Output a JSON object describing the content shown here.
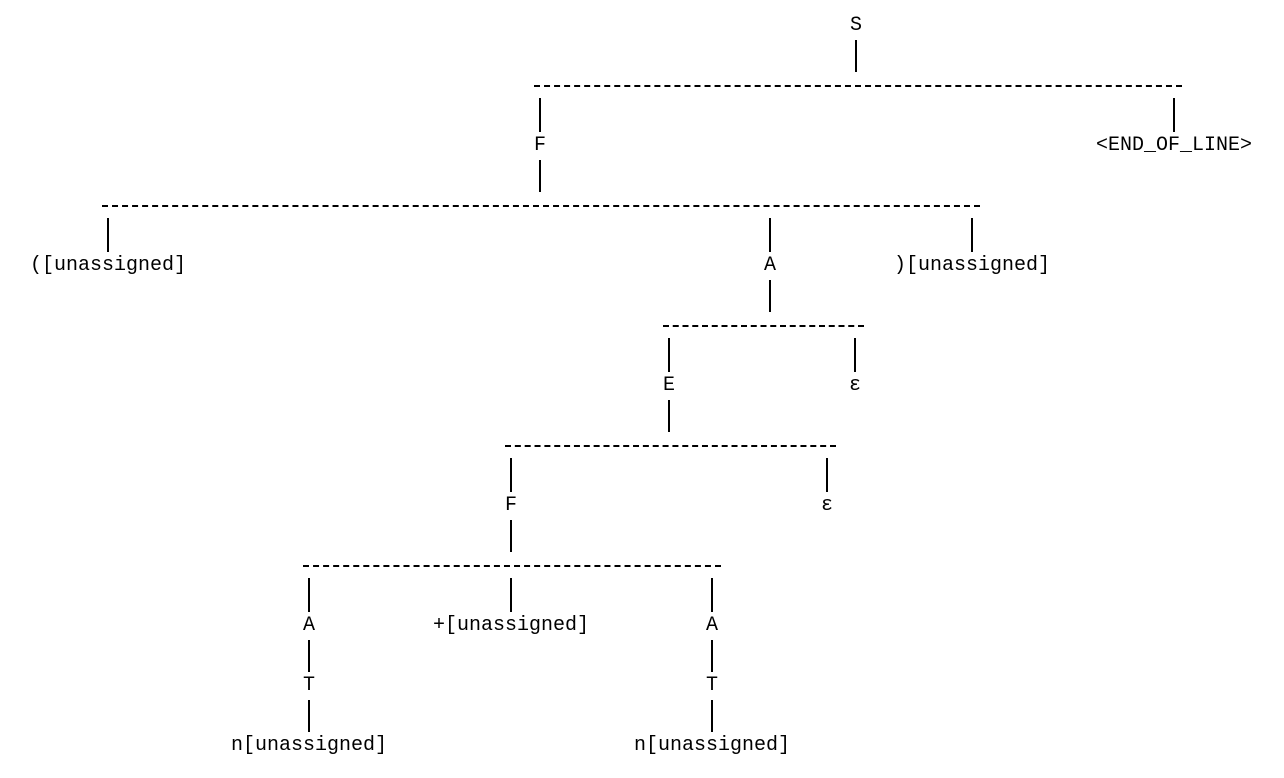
{
  "tree": {
    "label": "S",
    "children": [
      {
        "label": "F",
        "children": [
          {
            "label": "([unassigned]",
            "children": []
          },
          {
            "label": "A",
            "children": [
              {
                "label": "E",
                "children": [
                  {
                    "label": "F",
                    "children": [
                      {
                        "label": "A",
                        "children": [
                          {
                            "label": "T",
                            "children": [
                              {
                                "label": "n[unassigned]",
                                "children": []
                              }
                            ]
                          }
                        ]
                      },
                      {
                        "label": "+[unassigned]",
                        "children": []
                      },
                      {
                        "label": "A",
                        "children": [
                          {
                            "label": "T",
                            "children": [
                              {
                                "label": "n[unassigned]",
                                "children": []
                              }
                            ]
                          }
                        ]
                      }
                    ]
                  },
                  {
                    "label": "ε",
                    "children": []
                  }
                ]
              },
              {
                "label": "ε",
                "children": []
              }
            ]
          },
          {
            "label": ")[unassigned]",
            "children": []
          }
        ]
      },
      {
        "label": "<END_OF_LINE>",
        "children": []
      }
    ]
  }
}
